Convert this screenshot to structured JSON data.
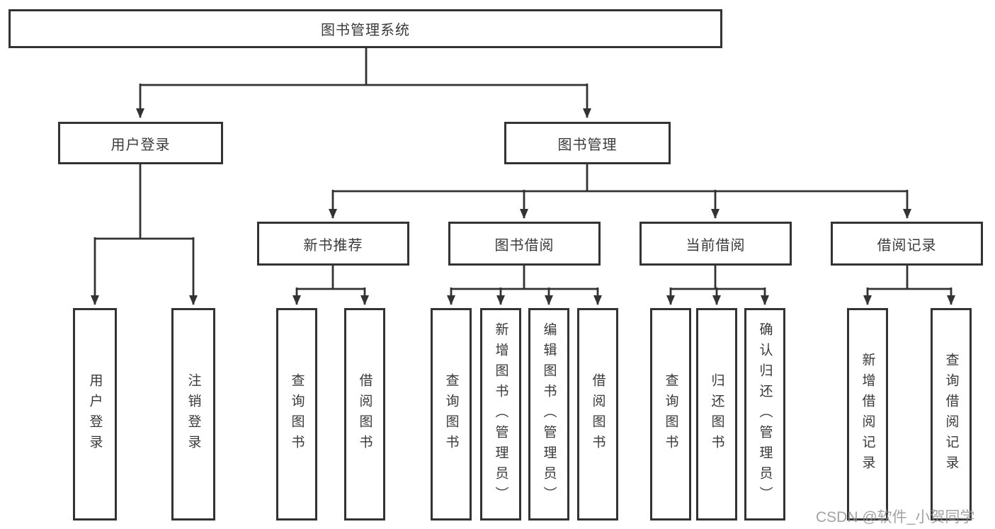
{
  "diagram": {
    "root": {
      "label": "图书管理系统"
    },
    "branches": [
      {
        "label": "用户登录",
        "children": [
          {
            "label": "用户登录"
          },
          {
            "label": "注销登录"
          }
        ]
      },
      {
        "label": "图书管理",
        "children": [
          {
            "label": "新书推荐",
            "children": [
              {
                "label": "查询图书"
              },
              {
                "label": "借阅图书"
              }
            ]
          },
          {
            "label": "图书借阅",
            "children": [
              {
                "label": "查询图书"
              },
              {
                "label": "新增图书（管理员）"
              },
              {
                "label": "编辑图书（管理员）"
              },
              {
                "label": "借阅图书"
              }
            ]
          },
          {
            "label": "当前借阅",
            "children": [
              {
                "label": "查询图书"
              },
              {
                "label": "归还图书"
              },
              {
                "label": "确认归还（管理员）"
              }
            ]
          },
          {
            "label": "借阅记录",
            "children": [
              {
                "label": "新增借阅记录"
              },
              {
                "label": "查询借阅记录"
              }
            ]
          }
        ]
      }
    ],
    "watermark": "CSDN @软件_小贺同学",
    "colors": {
      "line": "#333333",
      "box_border": "#333333",
      "text": "#3a3a3a",
      "watermark": "#8c8c8c",
      "background": "#ffffff"
    }
  }
}
